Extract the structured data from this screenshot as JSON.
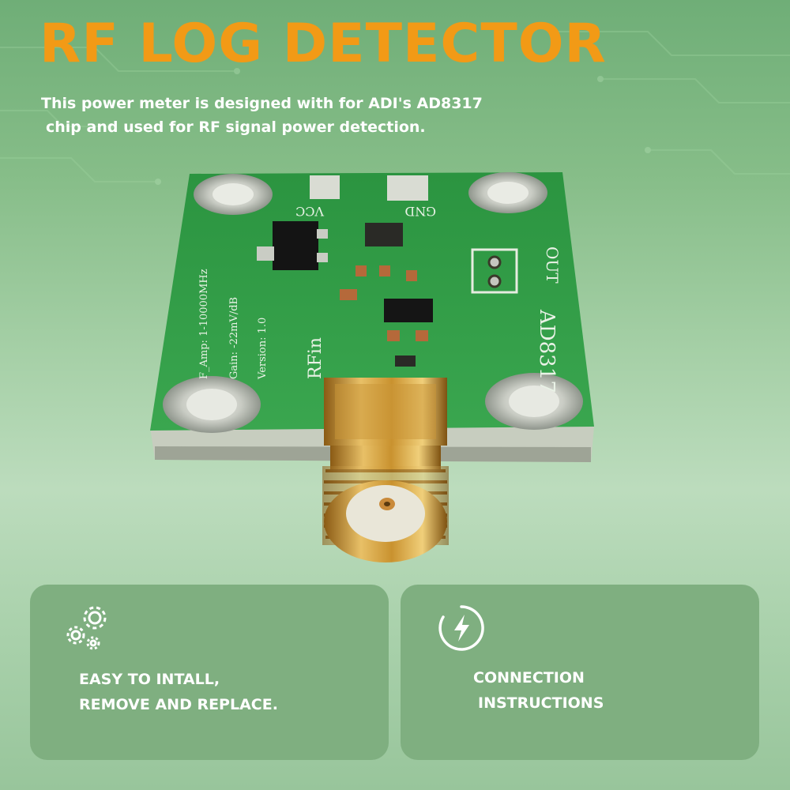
{
  "header": {
    "title": "RF LOG DETECTOR",
    "subtitle_line1": "This power meter is designed with for ADI's AD8317",
    "subtitle_line2": "chip and used for RF signal power detection."
  },
  "board": {
    "label_vcc": "VCC",
    "label_gnd": "GND",
    "label_out": "OUT",
    "label_chip": "AD8317",
    "label_rfin": "RFin",
    "label_spec1": "F_Amp: 1-10000MHz",
    "label_spec2": "Gain: -22mV/dB",
    "label_version": "Version: 1.0"
  },
  "features": [
    {
      "icon": "gears-icon",
      "line1": "EASY TO INTALL,",
      "line2": "REMOVE AND REPLACE."
    },
    {
      "icon": "lightning-icon",
      "line1": "CONNECTION",
      "line2": "INSTRUCTIONS"
    }
  ],
  "colors": {
    "title": "#f29a16",
    "card_bg": "#7faf80",
    "pcb": "#2f9a44",
    "connector_gold": "#d4a340"
  }
}
